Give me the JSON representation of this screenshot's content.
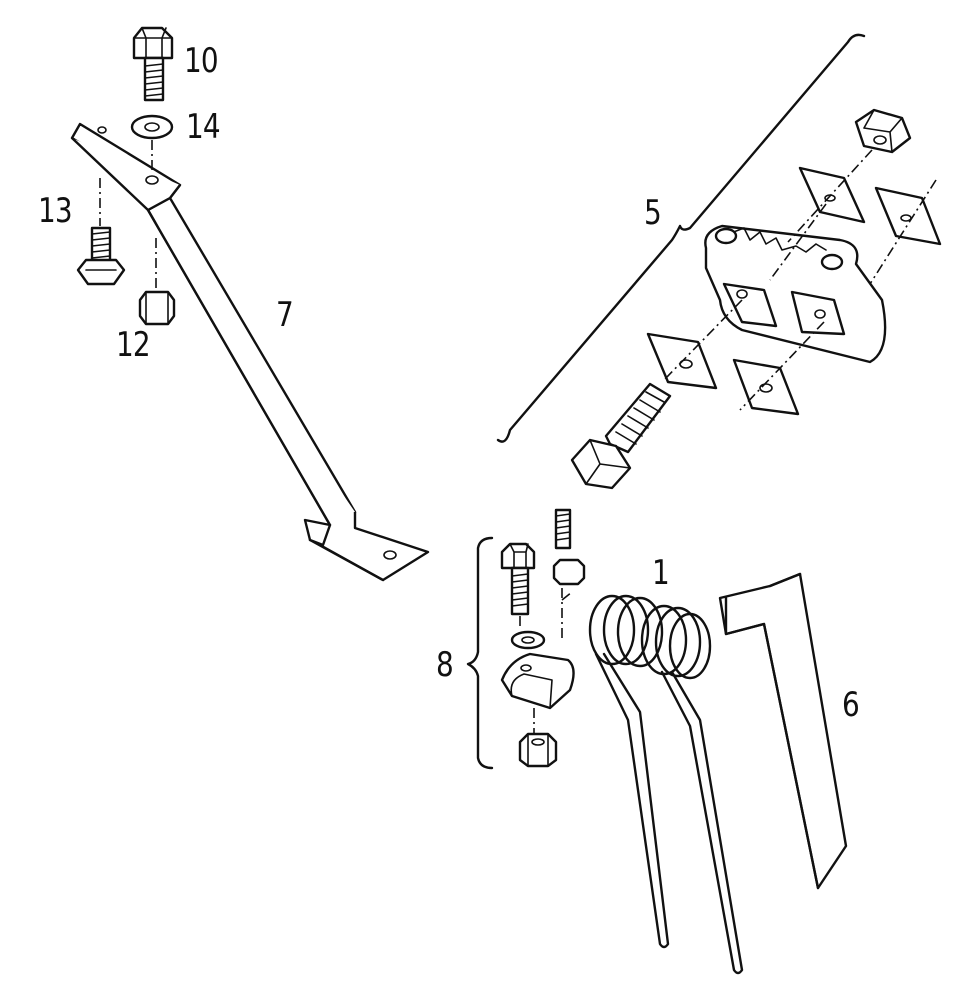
{
  "callouts": {
    "c10": "10",
    "c14": "14",
    "c13": "13",
    "c12": "12",
    "c7": "7",
    "c5": "5",
    "c1": "1",
    "c8": "8",
    "c6": "6"
  }
}
